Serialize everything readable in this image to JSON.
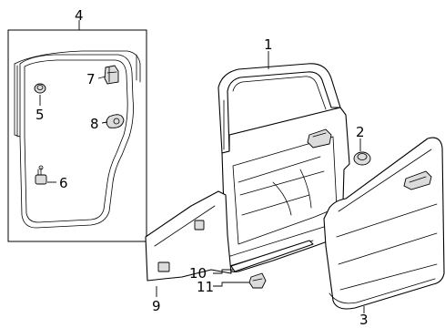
{
  "diagram": {
    "callouts": [
      {
        "id": "1",
        "label": "1"
      },
      {
        "id": "2",
        "label": "2"
      },
      {
        "id": "3",
        "label": "3"
      },
      {
        "id": "4",
        "label": "4"
      },
      {
        "id": "5",
        "label": "5"
      },
      {
        "id": "6",
        "label": "6"
      },
      {
        "id": "7",
        "label": "7"
      },
      {
        "id": "8",
        "label": "8"
      },
      {
        "id": "9",
        "label": "9"
      },
      {
        "id": "10",
        "label": "10"
      },
      {
        "id": "11",
        "label": "11"
      }
    ],
    "line_color": "#000000",
    "background": "#ffffff"
  }
}
